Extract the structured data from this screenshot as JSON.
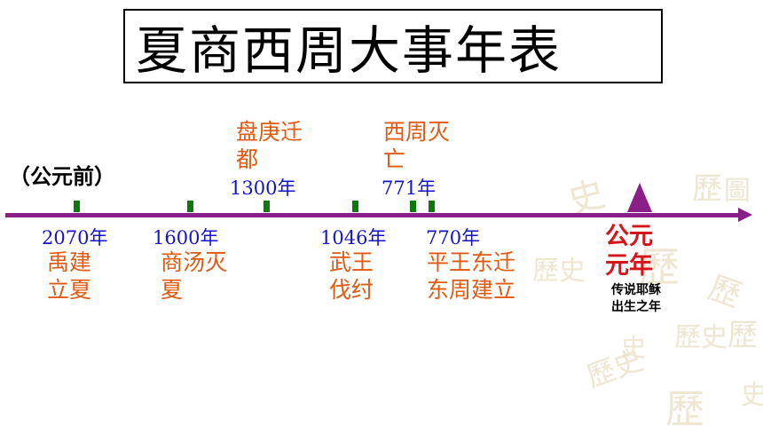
{
  "title": "夏商西周大事年表",
  "era_label": "（公元前）",
  "colors": {
    "axis": "#8a1f8a",
    "tick": "#0a7a0a",
    "year_text": "#1414c8",
    "event_text": "#e05a12",
    "epoch_text": "#d4161a"
  },
  "timeline": {
    "below": [
      {
        "year": "2070年",
        "event_line1": "禹建",
        "event_line2": "立夏"
      },
      {
        "year": "1600年",
        "event_line1": "商汤灭",
        "event_line2": "夏"
      },
      {
        "year": "1046年",
        "event_line1": "武王",
        "event_line2": "伐纣"
      },
      {
        "year": "770年",
        "event_line1": "平王东迁",
        "event_line2": "东周建立"
      }
    ],
    "above": [
      {
        "year": "1300年",
        "event_line1": "盘庚迁",
        "event_line2": "都"
      },
      {
        "year": "771年",
        "event_line1": "西周灭",
        "event_line2": "亡"
      }
    ]
  },
  "epoch": {
    "label_line1": "公元",
    "label_line2": "元年",
    "note_line1": "传说耶稣",
    "note_line2": "出生之年"
  }
}
